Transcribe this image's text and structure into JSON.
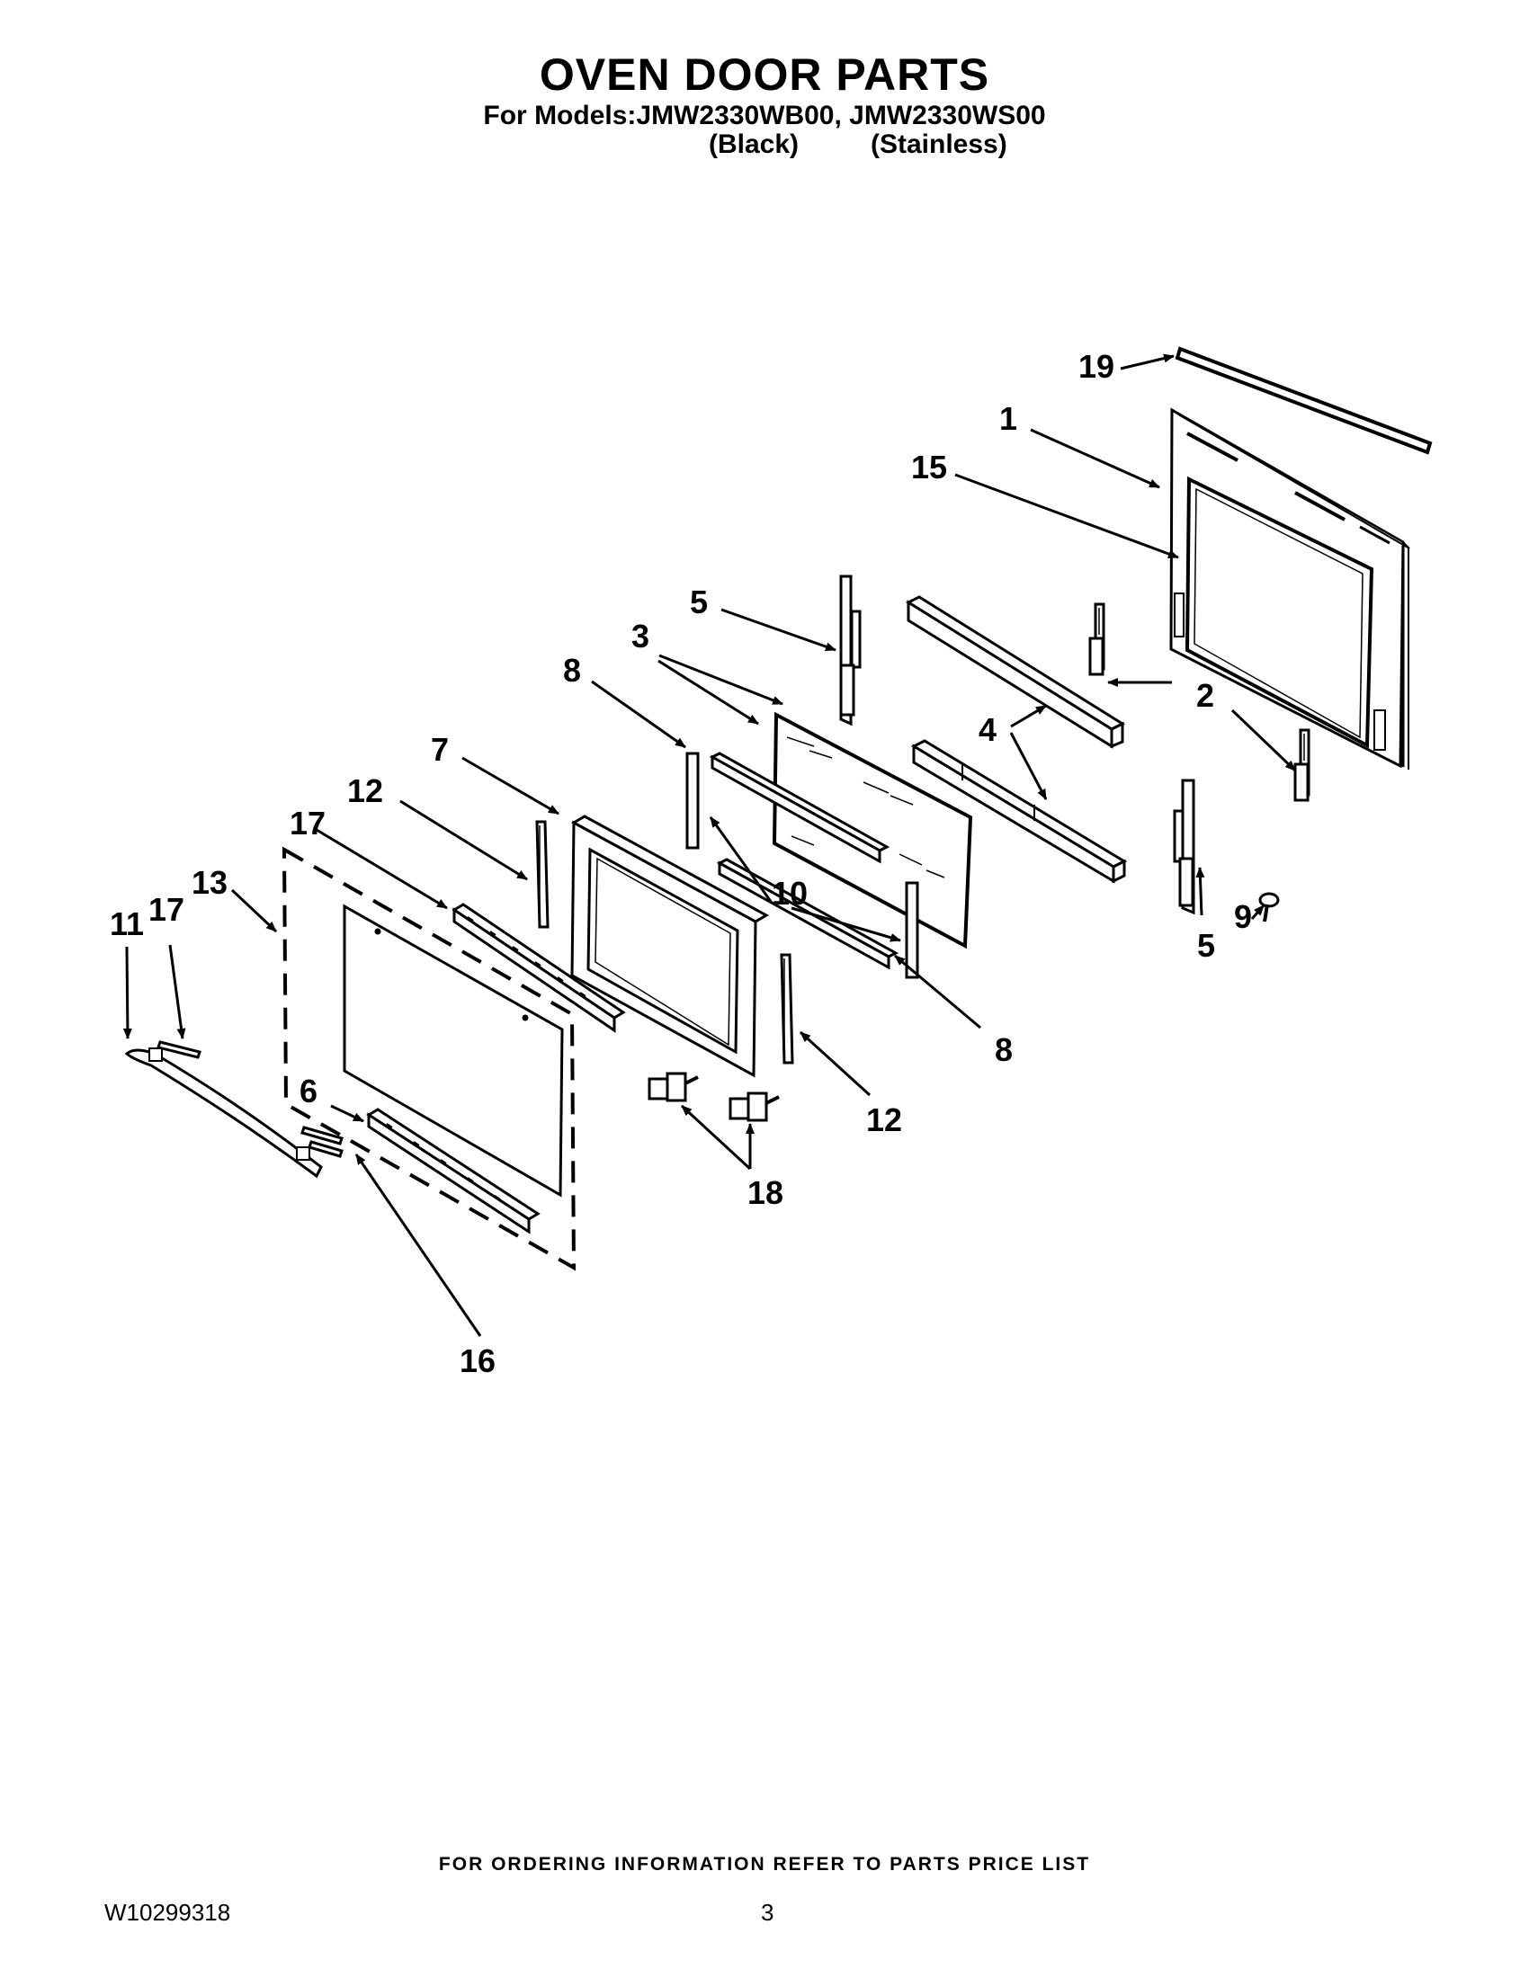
{
  "header": {
    "title": "OVEN DOOR PARTS",
    "models": "For Models:JMW2330WB00, JMW2330WS00",
    "finish_1": "(Black)",
    "finish_2": "(Stainless)"
  },
  "callouts": [
    "1",
    "2",
    "3",
    "4",
    "5",
    "5",
    "6",
    "7",
    "8",
    "8",
    "9",
    "10",
    "11",
    "12",
    "12",
    "13",
    "15",
    "16",
    "17",
    "17",
    "18",
    "19"
  ],
  "footer": {
    "note": "FOR ORDERING INFORMATION REFER TO PARTS PRICE LIST",
    "doc_number": "W10299318",
    "page": "3"
  }
}
